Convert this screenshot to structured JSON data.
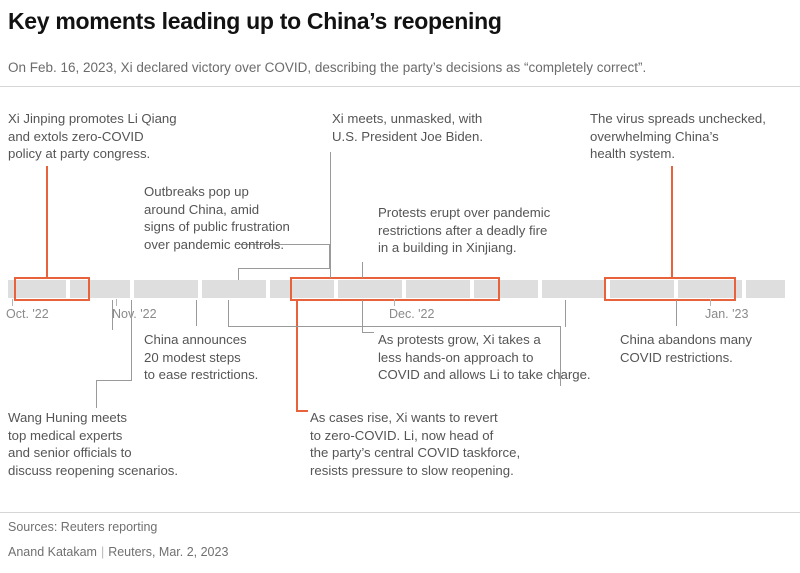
{
  "header": {
    "title": "Key moments leading up to China’s reopening",
    "subtitle": "On Feb. 16, 2023, Xi declared victory over COVID, describing the party’s decisions as “completely correct”."
  },
  "timeline": {
    "axis_labels": [
      {
        "label": "Oct. '22"
      },
      {
        "label": "Nov. '22"
      },
      {
        "label": "Dec. '22"
      },
      {
        "label": "Jan. '23"
      }
    ],
    "colors": {
      "segment": "#dedede",
      "highlight": "#e8623c",
      "leader": "#9a9a9a",
      "text": "#555555",
      "axis_text": "#8a8a8a"
    }
  },
  "annotations": [
    {
      "id": "xi-promotes-li-qiang",
      "text": "Xi Jinping promotes Li Qiang\nand extols zero-COVID\npolicy at party congress."
    },
    {
      "id": "outbreaks-pop-up",
      "text": "Outbreaks pop up\naround China, amid\nsigns of public frustration\nover pandemic controls."
    },
    {
      "id": "xi-meets-biden",
      "text": "Xi meets, unmasked, with\nU.S. President Joe Biden."
    },
    {
      "id": "virus-spreads-unchecked",
      "text": "The virus spreads unchecked,\noverwhelming China’s\nhealth system."
    },
    {
      "id": "protests-erupt",
      "text": "Protests erupt over pandemic\nrestrictions after a deadly fire\nin a building in Xinjiang."
    },
    {
      "id": "china-announces-20-steps",
      "text": "China announces\n20 modest steps\nto ease restrictions."
    },
    {
      "id": "as-protests-grow",
      "text": "As protests grow, Xi takes a\nless hands-on approach to\nCOVID and allows Li to take charge."
    },
    {
      "id": "china-abandons-restrictions",
      "text": "China abandons many\nCOVID restrictions."
    },
    {
      "id": "wang-huning-meets",
      "text": "Wang Huning meets\ntop medical experts\nand senior officials to\ndiscuss reopening scenarios."
    },
    {
      "id": "as-cases-rise",
      "text": "As cases rise, Xi wants to revert\nto zero-COVID. Li, now head of\nthe party’s central COVID taskforce,\nresists pressure to slow reopening."
    }
  ],
  "footer": {
    "sources": "Sources: Reuters reporting",
    "author": "Anand Katakam",
    "separator": "|",
    "credit": "Reuters, Mar. 2, 2023"
  }
}
